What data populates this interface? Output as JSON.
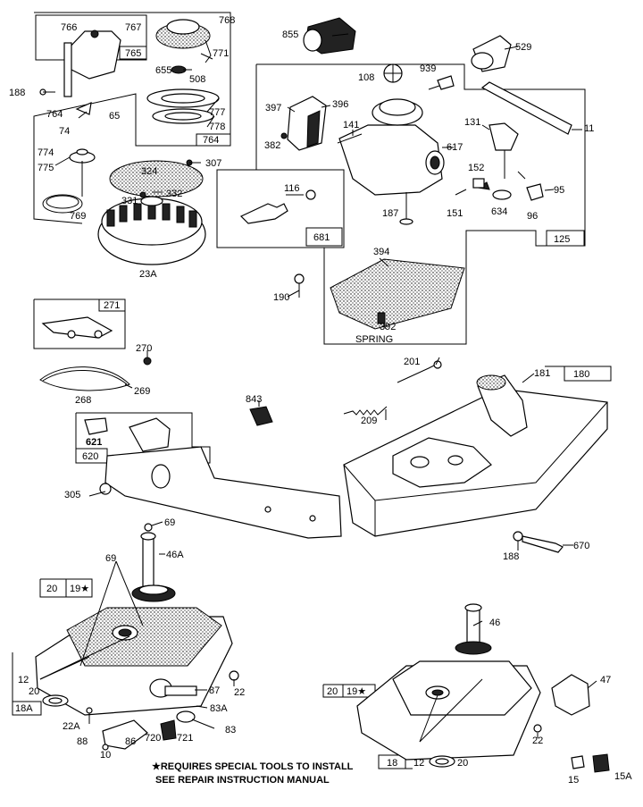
{
  "callouts": {
    "c766": "766",
    "c767": "767",
    "c765": "765",
    "c768": "768",
    "c771": "771",
    "c655": "655",
    "c508": "508",
    "c188a": "188",
    "c764a": "764",
    "c74": "74",
    "c65": "65",
    "c777": "777",
    "c778": "778",
    "c764b": "764",
    "c774": "774",
    "c775": "775",
    "c769": "769",
    "c324": "324",
    "c307": "307",
    "c331": "331",
    "c332": "332",
    "c23a": "23A",
    "c855": "855",
    "c529": "529",
    "c108": "108",
    "c939": "939",
    "c397": "397",
    "c396": "396",
    "c382": "382",
    "c141": "141",
    "c617": "617",
    "c131": "131",
    "c11": "11",
    "c152": "152",
    "c95": "95",
    "c116": "116",
    "c187": "187",
    "c151": "151",
    "c634": "634",
    "c96": "96",
    "c681": "681",
    "c125": "125",
    "c394": "394",
    "c190": "190",
    "c392": "392",
    "c271": "271",
    "c270": "270",
    "c268": "268",
    "c269": "269",
    "c201": "201",
    "c181": "181",
    "c180": "180",
    "c843": "843",
    "c209": "209",
    "c621": "621",
    "c620": "620",
    "c305": "305",
    "c188b": "188",
    "c670": "670",
    "c69a": "69",
    "c69b": "69",
    "c46a": "46A",
    "c20a": "20",
    "c19a": "19★",
    "c12a": "12",
    "c20b": "20",
    "c18a": "18A",
    "c22a": "22",
    "c87": "87",
    "c83a": "83A",
    "c22aa": "22A",
    "c88": "88",
    "c86": "86",
    "c720": "720",
    "c721": "721",
    "c83": "83",
    "c10": "10",
    "c46": "46",
    "c47": "47",
    "c20c": "20",
    "c19b": "19★",
    "c22b": "22",
    "c18": "18",
    "c12b": "12",
    "c20d": "20",
    "c15": "15",
    "c15a": "15A"
  },
  "spring_label": "SPRING",
  "note": {
    "line1": "★REQUIRES SPECIAL TOOLS TO INSTALL",
    "line2": "SEE REPAIR INSTRUCTION MANUAL"
  }
}
